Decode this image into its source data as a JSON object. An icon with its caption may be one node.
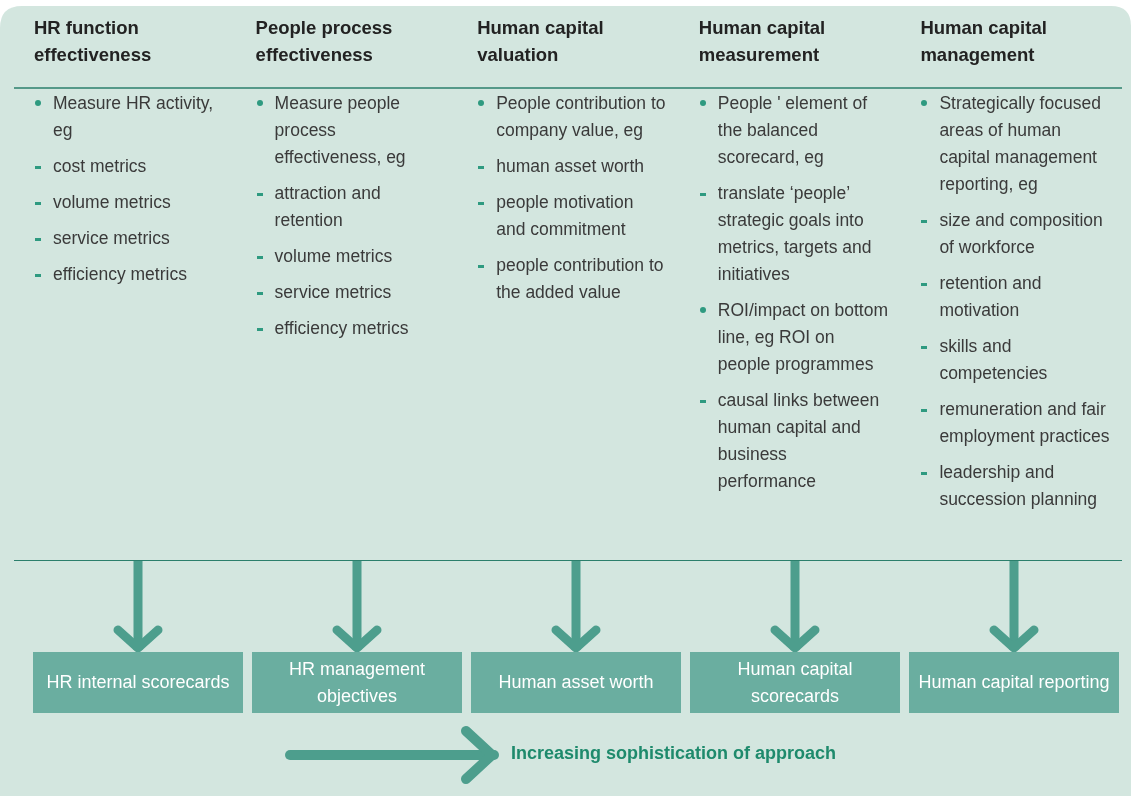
{
  "diagram": {
    "nodes": [
      {
        "text": [
          "HR function effectiveness",
          "Measure HR activity, eg",
          "cost metrics",
          "volume metrics",
          "service metrics",
          "efficiency metrics"
        ]
      },
      {
        "text": [
          "People process effectiveness",
          "Measure people process effectiveness, eg",
          "attraction and retention",
          "volume metrics",
          "service metrics",
          "efficiency metrics"
        ]
      },
      {
        "text": [
          "Human capital valuation",
          "People contribution to company value, eg",
          "human asset worth",
          "people motivation and commitment",
          "people contribution to the added value"
        ]
      },
      {
        "text": [
          "Human capital measurement",
          "People ' element of the balanced scorecard, eg",
          "translate ‘people’ strategic goals into metrics, targets and initiatives",
          "ROI/impact on bottom line, eg ROI on people programmes",
          "causal links between human capital and business performance"
        ]
      },
      {
        "text": [
          "Human capital management",
          "Strategically focused areas of human capital management reporting, eg",
          "size and composition of workforce",
          "retention and motivation",
          "skills and competencies",
          "remuneration and fair employment practices",
          "leadership and succession planning"
        ]
      },
      {
        "text": [
          "HR internal scorecards"
        ]
      },
      {
        "text": [
          "HR management objectives"
        ]
      },
      {
        "text": [
          "Human asset worth"
        ]
      },
      {
        "text": [
          "Human capital scorecards"
        ]
      },
      {
        "text": [
          "Human capital reporting"
        ]
      }
    ],
    "edges": [
      {
        "from": 0,
        "to": 5,
        "arrow": "to"
      },
      {
        "from": 1,
        "to": 6,
        "arrow": "to"
      },
      {
        "from": 2,
        "to": 7,
        "arrow": "to"
      },
      {
        "from": 3,
        "to": 8,
        "arrow": "to"
      },
      {
        "from": 4,
        "to": 9,
        "arrow": "to"
      }
    ],
    "labels": [
      "Increasing sophistication of approach"
    ]
  }
}
